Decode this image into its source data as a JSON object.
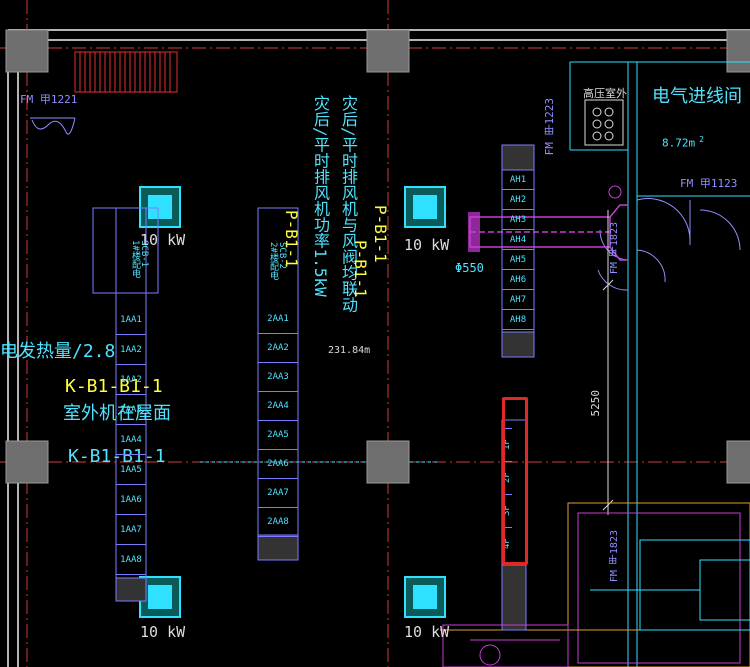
{
  "window": {
    "title": ""
  },
  "colors": {
    "background": "#000000",
    "wall": "#b4b4b4",
    "column": "#6e6e6e",
    "equipment": "#2de1ff",
    "text_cyan": "#4fe3ff",
    "text_yellow": "#ffff3c",
    "cabinet": "#7b7bff",
    "duct": "#c93bd6",
    "selection": "#e02a2a"
  },
  "annotations": {
    "fm1221": "FM 甲1221",
    "fm1223_top": "FM 甲1223",
    "fm1123": "FM 甲1123",
    "fm1823_a": "FM 甲1823",
    "fm1823_b": "FM 甲1823",
    "high_pressure": "高压室外",
    "elec_room": "电气进线间",
    "area_small": "8.72m",
    "area_small_sup": "2",
    "power_line1": "灾后/平时排风机功率1.5kW",
    "power_line2": "灾后/平时排风机与风阀均联动",
    "pb1": "P-B1-1",
    "pb1_2": "P-B1-1",
    "pb1_3": "P-B1-1",
    "area_main": "231.84m",
    "diameter": "Φ550",
    "dim_5250": "5250",
    "heat": "电发热量/2.8",
    "kb1_a": "K-B1-B1-1",
    "outdoor": "室外机在屋面",
    "kb1_b": "K-B1-B1-1",
    "kw_1": "10 kW",
    "kw_2": "10 kW",
    "kw_3": "10 kW",
    "kw_4": "10 kW"
  },
  "cabinet_1": {
    "header": "SCB-1\n1#楼配电",
    "rows": [
      "1AA1",
      "1AA2",
      "1AA2",
      "1AA3",
      "1AA4",
      "1AA5",
      "1AA6",
      "1AA7",
      "1AA8"
    ]
  },
  "cabinet_2": {
    "header": "SCB-2\n2#楼配电",
    "rows": [
      "2AA1",
      "2AA2",
      "2AA3",
      "2AA4",
      "2AA5",
      "2AA6",
      "2AA7",
      "2AA8"
    ]
  },
  "cabinet_ah": {
    "rows": [
      "AH1",
      "AH2",
      "AH3",
      "AH4",
      "AH5",
      "AH6",
      "AH7",
      "AH8"
    ]
  },
  "cabinet_p": {
    "rows": [
      "1P",
      "2P",
      "3P",
      "4P"
    ]
  }
}
